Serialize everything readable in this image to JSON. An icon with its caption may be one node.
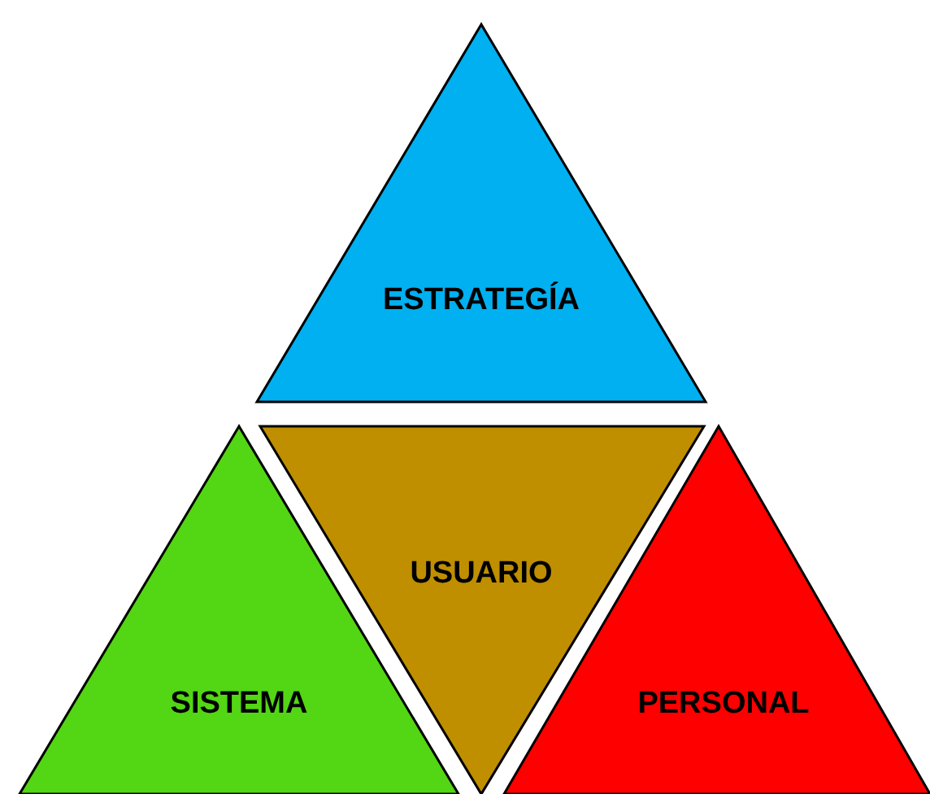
{
  "diagram": {
    "nodes": [
      {
        "text": [
          "ESTRATEGÍA"
        ]
      },
      {
        "text": [
          "SISTEMA"
        ]
      },
      {
        "text": [
          "USUARIO"
        ]
      },
      {
        "text": [
          "PERSONAL"
        ]
      }
    ]
  }
}
